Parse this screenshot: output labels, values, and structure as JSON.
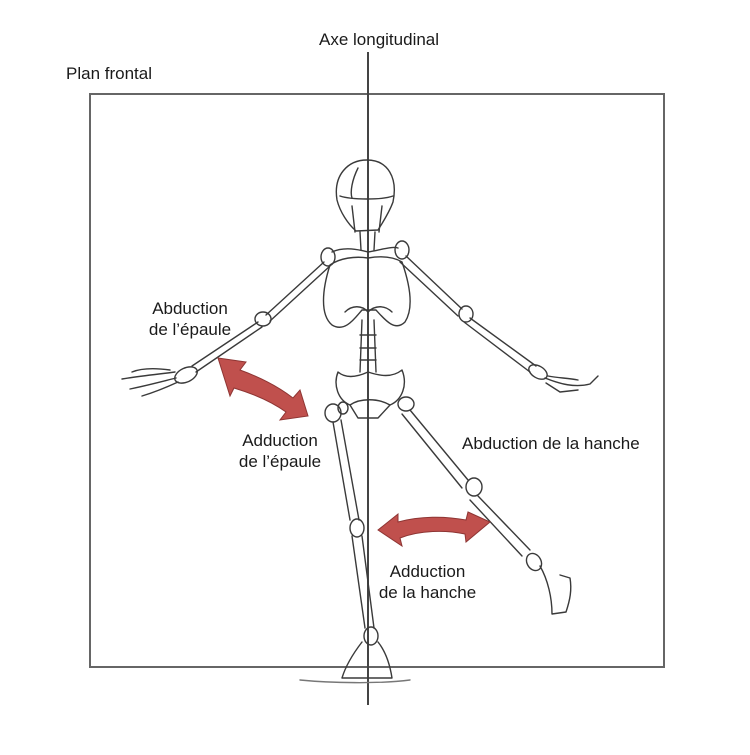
{
  "diagram": {
    "axis_label": "Axe longitudinal",
    "plane_label": "Plan frontal",
    "shoulder_abduction": {
      "line1": "Abduction",
      "line2": "de l’épaule"
    },
    "shoulder_adduction": {
      "line1": "Adduction",
      "line2": "de l’épaule"
    },
    "hip_abduction": "Abduction de la hanche",
    "hip_adduction": {
      "line1": "Adduction",
      "line2": "de la hanche"
    },
    "colors": {
      "arrow": "#c0504d",
      "arrow_stroke": "#8e3533",
      "pencil": "#3a3a3a",
      "frame": "#666666"
    }
  }
}
